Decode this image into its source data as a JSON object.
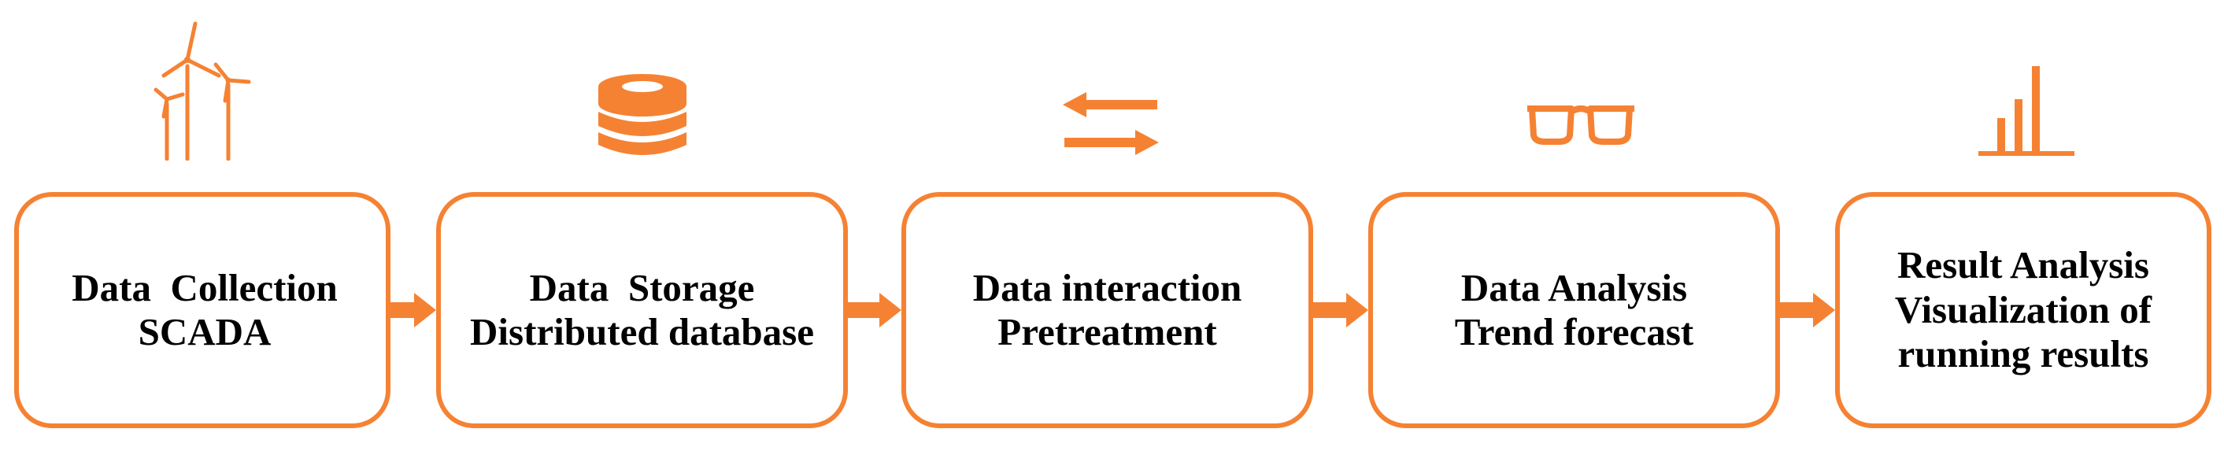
{
  "colors": {
    "accent": "#f58233"
  },
  "steps": [
    {
      "icon": "wind-turbines-icon",
      "lines": [
        "Data  Collection",
        "SCADA"
      ]
    },
    {
      "icon": "database-icon",
      "lines": [
        "Data  Storage",
        "Distributed database"
      ]
    },
    {
      "icon": "exchange-arrows-icon",
      "lines": [
        "Data interaction",
        "Pretreatment"
      ]
    },
    {
      "icon": "glasses-icon",
      "lines": [
        "Data Analysis",
        "Trend forecast"
      ]
    },
    {
      "icon": "bar-chart-icon",
      "lines": [
        "Result Analysis",
        "Visualization of",
        "running results"
      ]
    }
  ]
}
